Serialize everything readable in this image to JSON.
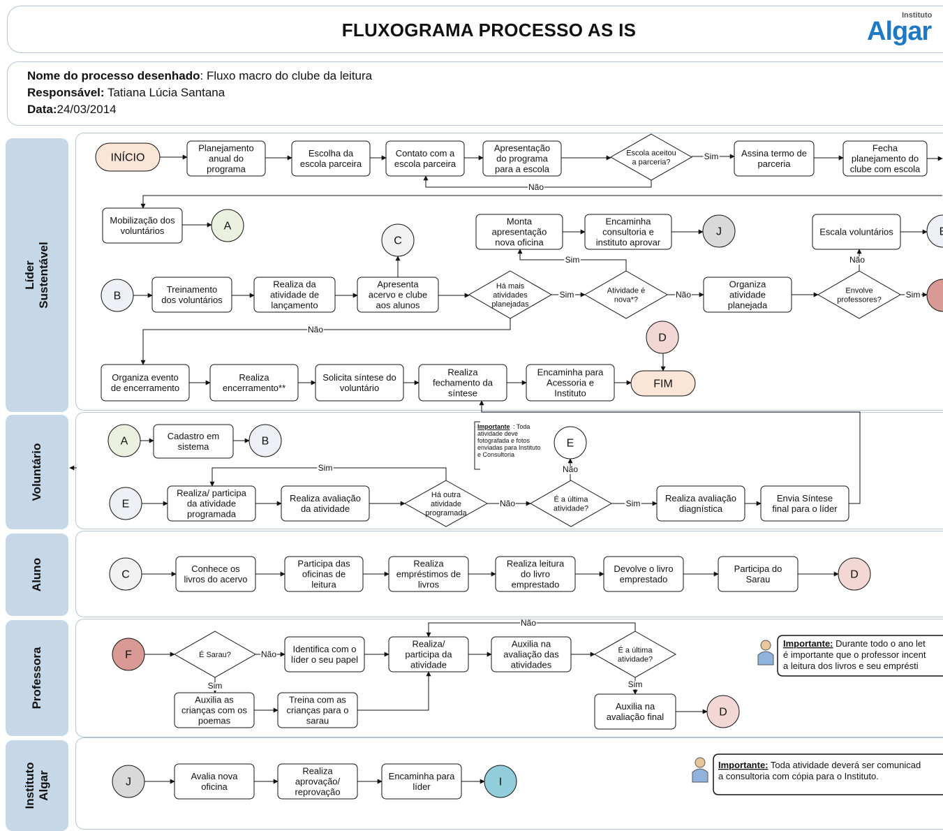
{
  "title": "FLUXOGRAMA PROCESSO AS IS",
  "logo": {
    "small": "Instituto",
    "mark": "Algar"
  },
  "meta": {
    "process_label": "Nome do processo desenhado",
    "process_value": ": Fluxo macro do clube da leitura",
    "responsible_label": "Responsável:",
    "responsible_value": " Tatiana Lúcia Santana",
    "date_label": "Data:",
    "date_value": "24/03/2014"
  },
  "lanes": [
    {
      "label": "Líder\nSustentável"
    },
    {
      "label": "Voluntário"
    },
    {
      "label": "Aluno"
    },
    {
      "label": "Professora"
    },
    {
      "label": "Instituto\nAlgar"
    }
  ],
  "nodes": {
    "inicio": "INÍCIO",
    "planejamento": "Planejamento\nanual do\nprograma",
    "escolha": "Escolha da\nescola parceira",
    "contato": "Contato com a\nescola parceira",
    "apresentacao": "Apresentação\ndo programa\npara a escola",
    "escola_aceitou": "Escola aceitou\na parceria?",
    "assina": "Assina termo de\nparceria",
    "fecha": "Fecha\nplanejamento do\nclube com escola",
    "mobilizacao": "Mobilização dos\nvoluntários",
    "conn_a1": "A",
    "conn_c1": "C",
    "monta": "Monta\napresentação\nnova oficina",
    "encaminha_consult": "Encaminha\nconsultoria e\ninstituto aprovar",
    "conn_j1": "J",
    "escala": "Escala voluntários",
    "conn_e_cut": "E",
    "conn_b1": "B",
    "treinamento": "Treinamento\ndos voluntários",
    "realiza_lanc": "Realiza da\natividade de\nlançamento",
    "apresenta_acervo": "Apresenta\nacervo e clube\naos alunos",
    "ha_mais": "Há mais\natividades\nplanejadas",
    "atividade_nova": "Atividade é\nnova*?",
    "organiza_atividade": "Organiza\natividade\nplanejada",
    "envolve": "Envolve\nprofessores?",
    "conn_d1": "D",
    "organiza_evento": "Organiza evento\nde encerramento",
    "realiza_encerramento": "Realiza\nencerramento**",
    "solicita": "Solicita síntese do\nvoluntário",
    "realiza_fechamento": "Realiza\nfechamento da\nsíntese",
    "encaminha_acessoria": "Encaminha para\nAcessoria e\nInstituto",
    "fim": "FIM",
    "conn_a2": "A",
    "cadastro": "Cadastro em\nsistema",
    "conn_b2": "B",
    "conn_e2": "E",
    "conn_e3": "E",
    "realiza_participa": "Realiza/ participa\nda atividade\nprogramada",
    "realiza_avaliacao": "Realiza avaliação\nda atividade",
    "ha_outra": "Há outra\natividade\nprogramada",
    "e_ultima1": "É a última\natividade?",
    "realiza_diag": "Realiza avaliação\ndiagnística",
    "envia": "Envia Síntese\nfinal para o líder",
    "conn_c2": "C",
    "conhece": "Conhece os\nlivros do acervo",
    "participa_oficinas": "Participa das\noficinas de\nleitura",
    "emprestimos": "Realiza\nempréstimos de\nlivros",
    "leitura": "Realiza leitura\ndo livro\nemprestado",
    "devolve": "Devolve o livro\nemprestado",
    "sarau": "Participa do\nSarau",
    "conn_d2": "D",
    "conn_f": "F",
    "e_sarau": "É Sarau?",
    "identifica": "Identifica com o\nlíder o seu papel",
    "realiza_prof": "Realiza/\nparticipa da\natividade",
    "auxilia_aval": "Auxilia na\navaliação das\natividades",
    "e_ultima2": "É a última\natividade?",
    "auxilia_criancas": "Auxilia as\ncrianças com os\npoemas",
    "treina": "Treina com as\ncrianças para o\nsarau",
    "auxilia_final": "Auxilia na\navaliação final",
    "conn_d3": "D",
    "conn_j2": "J",
    "avalia": "Avalia nova\noficina",
    "aprovacao": "Realiza\naprovação/\nreprovação",
    "encaminha_lider": "Encaminha para\nlíder",
    "conn_i": "I"
  },
  "edge_labels": {
    "sim": "Sim",
    "nao": "Não"
  },
  "notes": {
    "note1_strong": "Importante",
    "note1_text": ": Toda\natividade deve\nfotografada e fotos\nenviadas para Instituto\ne Consultoria",
    "note2_strong": "Importante:",
    "note2_line1": " Durante todo o ano let",
    "note2_line2": "é importante que o professor incent",
    "note2_line3": "a leitura dos livros e seu emprésti",
    "note3_strong": "Importante:",
    "note3_line1": " Toda atividade deverá ser comunicad",
    "note3_line2": "a consultoria com cópia para o Instituto."
  },
  "colors": {
    "start": "#fbe5d6",
    "conn_a": "#ebf1de",
    "conn_b": "#eef0f5",
    "conn_c": "#f2f2f2",
    "conn_d": "#f2d7d5",
    "conn_j": "#d9d9d9",
    "conn_f": "#d99a96",
    "conn_i": "#92cddc",
    "lane": "#c6d7e8"
  }
}
